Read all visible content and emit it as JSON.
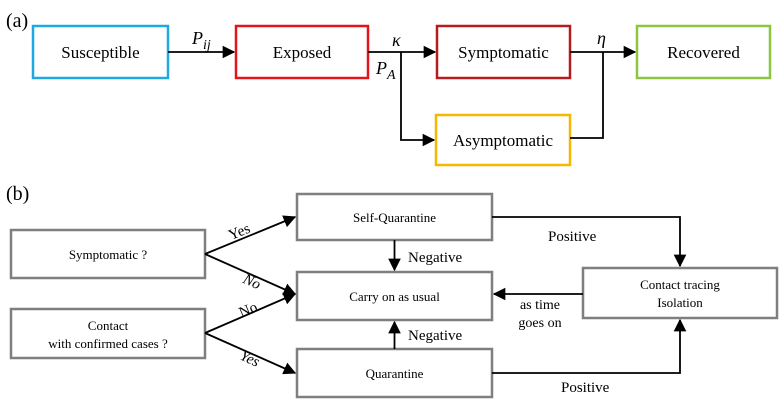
{
  "panel_a": {
    "label": "(a)",
    "susceptible": "Susceptible",
    "exposed": "Exposed",
    "symptomatic": "Symptomatic",
    "asymptomatic": "Asymptomatic",
    "recovered": "Recovered",
    "rate_pij_main": "P",
    "rate_pij_sub": "ij",
    "rate_kappa": "κ",
    "rate_pa_main": "P",
    "rate_pa_sub": "A",
    "rate_eta": "η",
    "colors": {
      "susceptible": "#1fa9e1",
      "exposed": "#e3141b",
      "symptomatic": "#b71c1c",
      "asymptomatic": "#f5b800",
      "recovered": "#8cc63f"
    }
  },
  "panel_b": {
    "label": "(b)",
    "symptomatic_q": "Symptomatic ?",
    "contact_q_line1": "Contact",
    "contact_q_line2": "with confirmed cases ?",
    "self_quarantine": "Self-Quarantine",
    "carry_on": "Carry on as usual",
    "quarantine": "Quarantine",
    "contact_tracing_line1": "Contact tracing",
    "contact_tracing_line2": "Isolation",
    "yes_top": "Yes",
    "no_top": "No",
    "no_bottom": "No",
    "yes_bottom": "Yes",
    "negative_top": "Negative",
    "negative_bottom": "Negative",
    "positive_top": "Positive",
    "positive_bottom": "Positive",
    "as_time_line1": "as time",
    "as_time_line2": "goes on",
    "box_color": "#7f7f7f"
  }
}
